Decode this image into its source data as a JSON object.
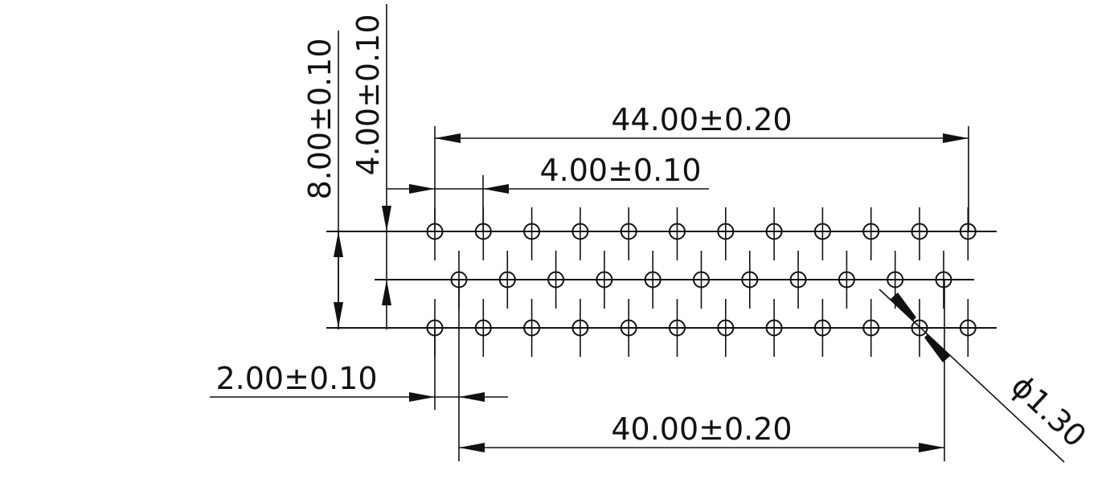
{
  "dimensions": {
    "pitch_total_top": "44.00±0.20",
    "pitch_single": "4.00±0.10",
    "row_offset_vertical": "4.00±0.10",
    "row_span_vertical": "8.00±0.10",
    "stagger_offset": "2.00±0.10",
    "pitch_total_bottom": "40.00±0.20",
    "hole_diameter": "ϕ1.30"
  },
  "layout": {
    "rows": [
      {
        "name": "top",
        "hole_count": 12
      },
      {
        "name": "middle",
        "hole_count": 11
      },
      {
        "name": "bottom",
        "hole_count": 12
      }
    ]
  },
  "colors": {
    "line": "#111111",
    "background": "#ffffff"
  }
}
